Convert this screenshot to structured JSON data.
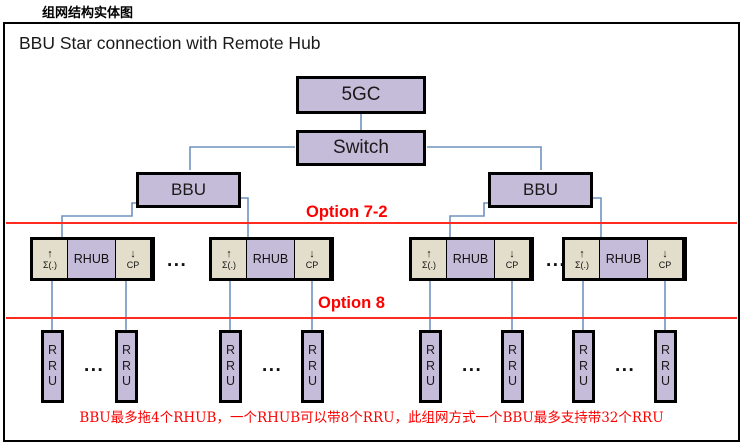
{
  "header": {
    "tab_label": "组网结构实体图"
  },
  "diagram": {
    "title": "BBU Star connection with Remote Hub",
    "caption": "BBU最多拖4个RHUB，一个RHUB可以带8个RRU，此组网方式一个BBU最多支持带32个RRU",
    "colors": {
      "node_fill": "#c5bcd9",
      "rhub_side_fill": "#e3decb",
      "node_border": "#000000",
      "wire": "#6f93bd",
      "option_red": "#fe0000",
      "rule_red": "#ff2a20"
    },
    "core_nodes": [
      {
        "id": "5gc",
        "label": "5GC"
      },
      {
        "id": "switch",
        "label": "Switch"
      }
    ],
    "bbu_nodes": [
      {
        "id": "bbu-left",
        "label": "BBU"
      },
      {
        "id": "bbu-right",
        "label": "BBU"
      }
    ],
    "rhub_units": [
      {
        "id": "rhub-1",
        "up_arrow": "↑",
        "up_label": "Σ(.)",
        "name": "RHUB",
        "down_arrow": "↓",
        "down_label": "CP"
      },
      {
        "id": "rhub-2",
        "up_arrow": "↑",
        "up_label": "Σ(.)",
        "name": "RHUB",
        "down_arrow": "↓",
        "down_label": "CP"
      },
      {
        "id": "rhub-3",
        "up_arrow": "↑",
        "up_label": "Σ(.)",
        "name": "RHUB",
        "down_arrow": "↓",
        "down_label": "CP"
      },
      {
        "id": "rhub-4",
        "up_arrow": "↑",
        "up_label": "Σ(.)",
        "name": "RHUB",
        "down_arrow": "↓",
        "down_label": "CP"
      }
    ],
    "rhub_ellipses": [
      {
        "id": "rhub-ellipsis-left",
        "text": "..."
      },
      {
        "id": "rhub-ellipsis-right",
        "text": "..."
      }
    ],
    "rru_nodes": [
      {
        "id": "rru-1",
        "l1": "R",
        "l2": "R",
        "l3": "U"
      },
      {
        "id": "rru-2",
        "l1": "R",
        "l2": "R",
        "l3": "U"
      },
      {
        "id": "rru-3",
        "l1": "R",
        "l2": "R",
        "l3": "U"
      },
      {
        "id": "rru-4",
        "l1": "R",
        "l2": "R",
        "l3": "U"
      },
      {
        "id": "rru-5",
        "l1": "R",
        "l2": "R",
        "l3": "U"
      },
      {
        "id": "rru-6",
        "l1": "R",
        "l2": "R",
        "l3": "U"
      },
      {
        "id": "rru-7",
        "l1": "R",
        "l2": "R",
        "l3": "U"
      },
      {
        "id": "rru-8",
        "l1": "R",
        "l2": "R",
        "l3": "U"
      }
    ],
    "rru_ellipses": [
      {
        "id": "rru-ellipsis-1",
        "text": "..."
      },
      {
        "id": "rru-ellipsis-2",
        "text": "..."
      },
      {
        "id": "rru-ellipsis-3",
        "text": "..."
      },
      {
        "id": "rru-ellipsis-4",
        "text": "..."
      }
    ],
    "option_labels": [
      {
        "id": "option-7-2",
        "text": "Option 7-2"
      },
      {
        "id": "option-8",
        "text": "Option 8"
      }
    ]
  }
}
